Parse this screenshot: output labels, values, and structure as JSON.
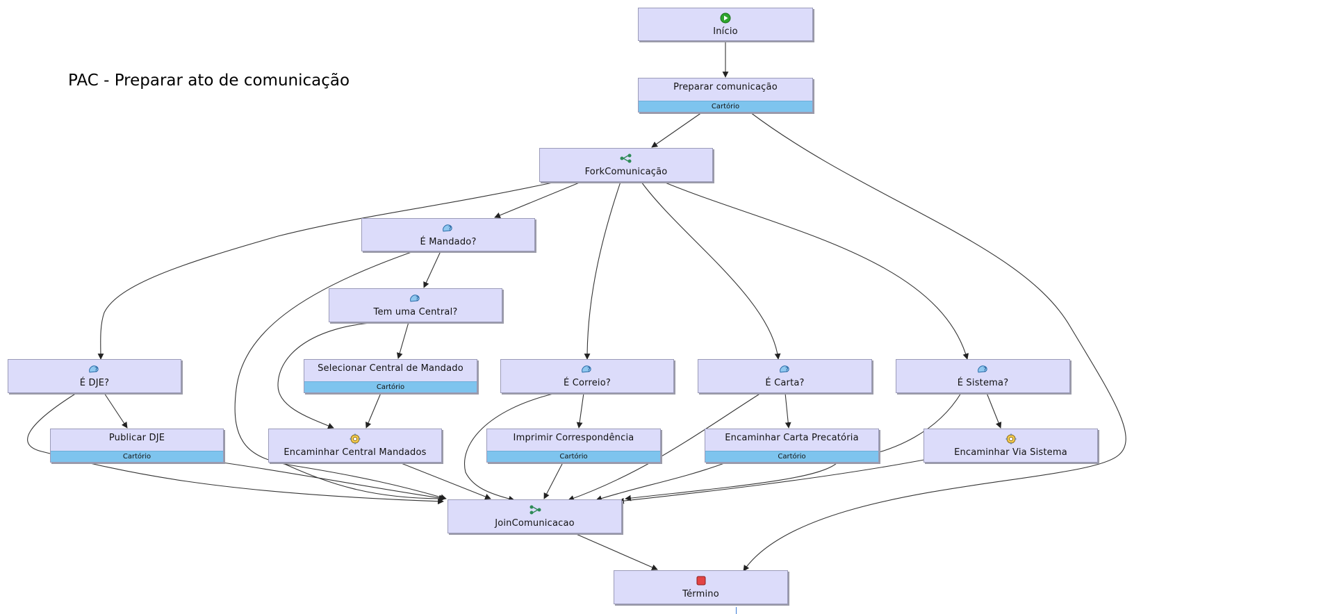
{
  "diagram": {
    "title": "PAC - Preparar ato de comunicação",
    "nodes": {
      "inicio": {
        "label": "Início",
        "icon": "start-icon"
      },
      "preparar": {
        "label": "Preparar comunicação",
        "lane": "Cartório"
      },
      "fork": {
        "label": "ForkComunicação",
        "icon": "fork-icon"
      },
      "mandado": {
        "label": "É Mandado?",
        "icon": "decision-icon"
      },
      "central": {
        "label": "Tem uma Central?",
        "icon": "decision-icon"
      },
      "dje": {
        "label": "É DJE?",
        "icon": "decision-icon"
      },
      "selecionar": {
        "label": "Selecionar Central de Mandado",
        "lane": "Cartório"
      },
      "correio": {
        "label": "É Correio?",
        "icon": "decision-icon"
      },
      "carta": {
        "label": "É Carta?",
        "icon": "decision-icon"
      },
      "sistema": {
        "label": "É Sistema?",
        "icon": "decision-icon"
      },
      "publicar": {
        "label": "Publicar DJE",
        "lane": "Cartório"
      },
      "encCentral": {
        "label": "Encaminhar Central Mandados",
        "icon": "system-task-icon"
      },
      "imprimir": {
        "label": "Imprimir Correspondência",
        "lane": "Cartório"
      },
      "encCarta": {
        "label": "Encaminhar Carta Precatória",
        "lane": "Cartório"
      },
      "encSistema": {
        "label": "Encaminhar Via Sistema",
        "icon": "system-task-icon"
      },
      "join": {
        "label": "JoinComunicacao",
        "icon": "join-icon"
      },
      "termino": {
        "label": "Término",
        "icon": "end-icon"
      }
    },
    "edges": [
      [
        "inicio",
        "preparar"
      ],
      [
        "preparar",
        "fork"
      ],
      [
        "preparar",
        "termino"
      ],
      [
        "fork",
        "mandado"
      ],
      [
        "fork",
        "dje"
      ],
      [
        "fork",
        "correio"
      ],
      [
        "fork",
        "carta"
      ],
      [
        "fork",
        "sistema"
      ],
      [
        "mandado",
        "central"
      ],
      [
        "mandado",
        "join"
      ],
      [
        "central",
        "selecionar"
      ],
      [
        "central",
        "encCentral"
      ],
      [
        "selecionar",
        "encCentral"
      ],
      [
        "dje",
        "publicar"
      ],
      [
        "dje",
        "join"
      ],
      [
        "publicar",
        "join"
      ],
      [
        "encCentral",
        "join"
      ],
      [
        "correio",
        "imprimir"
      ],
      [
        "correio",
        "join"
      ],
      [
        "imprimir",
        "join"
      ],
      [
        "carta",
        "encCarta"
      ],
      [
        "carta",
        "join"
      ],
      [
        "encCarta",
        "join"
      ],
      [
        "sistema",
        "encSistema"
      ],
      [
        "sistema",
        "join"
      ],
      [
        "encSistema",
        "join"
      ],
      [
        "join",
        "termino"
      ]
    ]
  }
}
